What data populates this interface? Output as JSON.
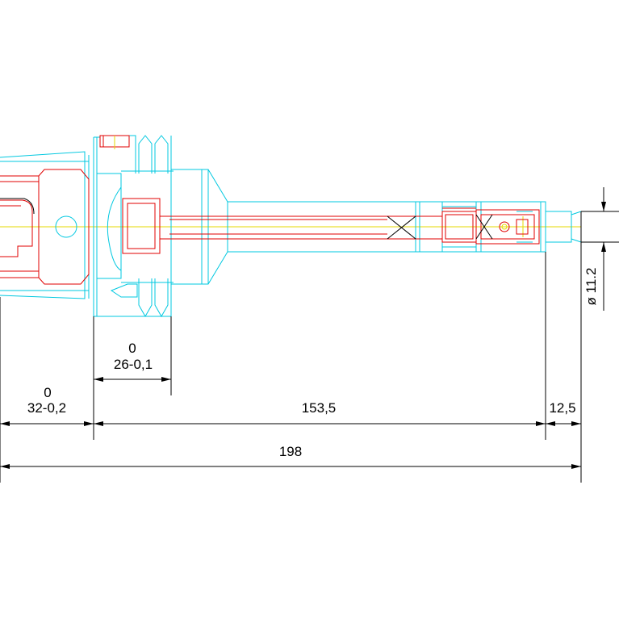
{
  "drawing": {
    "colors": {
      "outline": "#00c8e0",
      "detail": "#e00000",
      "centerline": "#e6d800",
      "dimension": "#000000",
      "background": "#ffffff"
    },
    "dimensions": {
      "tol_26_upper": "0",
      "tol_26_main": "26-0,1",
      "tol_32_upper": "0",
      "tol_32_main": "32-0,2",
      "len_153": "153,5",
      "len_12": "12,5",
      "len_198": "198",
      "diameter": "ø 11.2"
    }
  }
}
